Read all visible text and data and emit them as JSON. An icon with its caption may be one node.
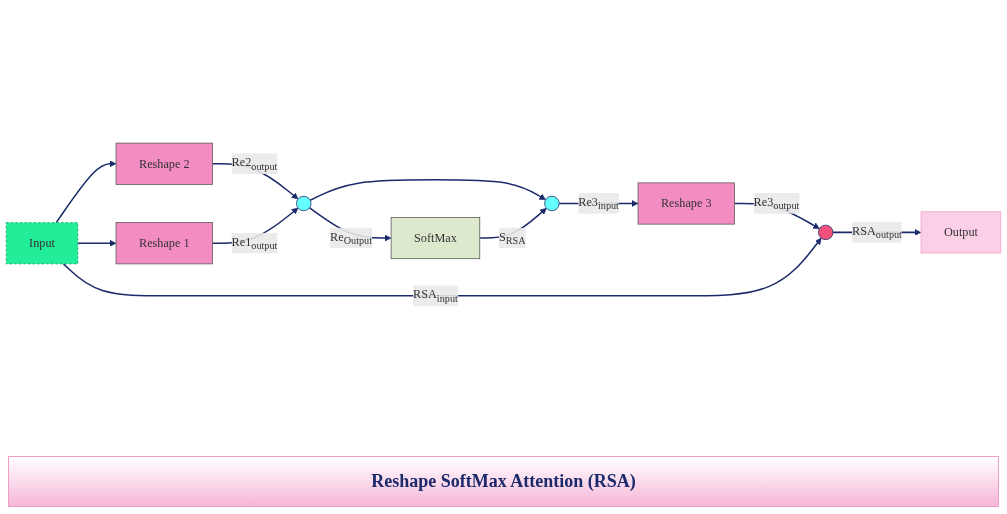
{
  "diagram": {
    "caption": "Reshape SoftMax Attention (RSA)",
    "nodes": [
      {
        "text": [
          "Input"
        ]
      },
      {
        "text": [
          "Reshape 2"
        ]
      },
      {
        "text": [
          "Reshape 1"
        ]
      },
      {
        "text": [],
        "shape": "circle"
      },
      {
        "text": [
          "SoftMax"
        ]
      },
      {
        "text": [],
        "shape": "circle"
      },
      {
        "text": [
          "Reshape 3"
        ]
      },
      {
        "text": [],
        "shape": "circle"
      },
      {
        "text": [
          "Output"
        ]
      }
    ],
    "edges": [
      {
        "from": 0,
        "to": 1,
        "arrow": "to"
      },
      {
        "from": 0,
        "to": 2,
        "arrow": "to"
      },
      {
        "from": 1,
        "to": 3,
        "arrow": "to",
        "label": "Re2$_{output}$"
      },
      {
        "from": 2,
        "to": 3,
        "arrow": "to",
        "label": "Re1$_{output}$"
      },
      {
        "from": 3,
        "to": 4,
        "arrow": "to",
        "label": "Re$_{Output}$"
      },
      {
        "from": 3,
        "to": 5,
        "arrow": "to"
      },
      {
        "from": 4,
        "to": 5,
        "arrow": "to",
        "label": "S$_{RSA}$"
      },
      {
        "from": 5,
        "to": 6,
        "arrow": "to",
        "label": "Re3$_{input}$"
      },
      {
        "from": 6,
        "to": 7,
        "arrow": "to",
        "label": "Re3$_{output}$"
      },
      {
        "from": 0,
        "to": 7,
        "arrow": "to",
        "label": "RSA$_{input}$"
      },
      {
        "from": 7,
        "to": 8,
        "arrow": "to",
        "label": "RSA$_{output}$"
      }
    ]
  }
}
